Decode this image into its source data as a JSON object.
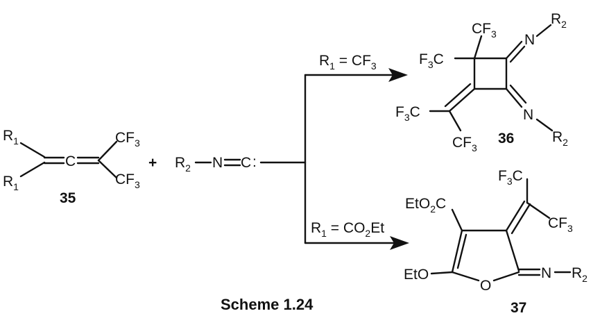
{
  "scheme_caption": "Scheme 1.24",
  "compounds": {
    "c35": {
      "number": "35"
    },
    "c36": {
      "number": "36"
    },
    "c37": {
      "number": "37"
    }
  },
  "conditions": {
    "top": {
      "main": "R",
      "sub": "1",
      "rest": " = CF",
      "sub2": "3"
    },
    "bottom": {
      "main": "R",
      "sub": "1",
      "rest": " = CO",
      "sub2": "2",
      "rest2": "Et"
    }
  },
  "labels": {
    "R": "R",
    "one": "1",
    "two": "2",
    "three": "3",
    "C": "C",
    "CF": "CF",
    "F": "F",
    "N": "N",
    "O": "O",
    "plus": "+",
    "isocyanide_colon": ":",
    "EtO": "EtO",
    "EtO2C_a": "EtO",
    "EtO2C_b": "C"
  }
}
